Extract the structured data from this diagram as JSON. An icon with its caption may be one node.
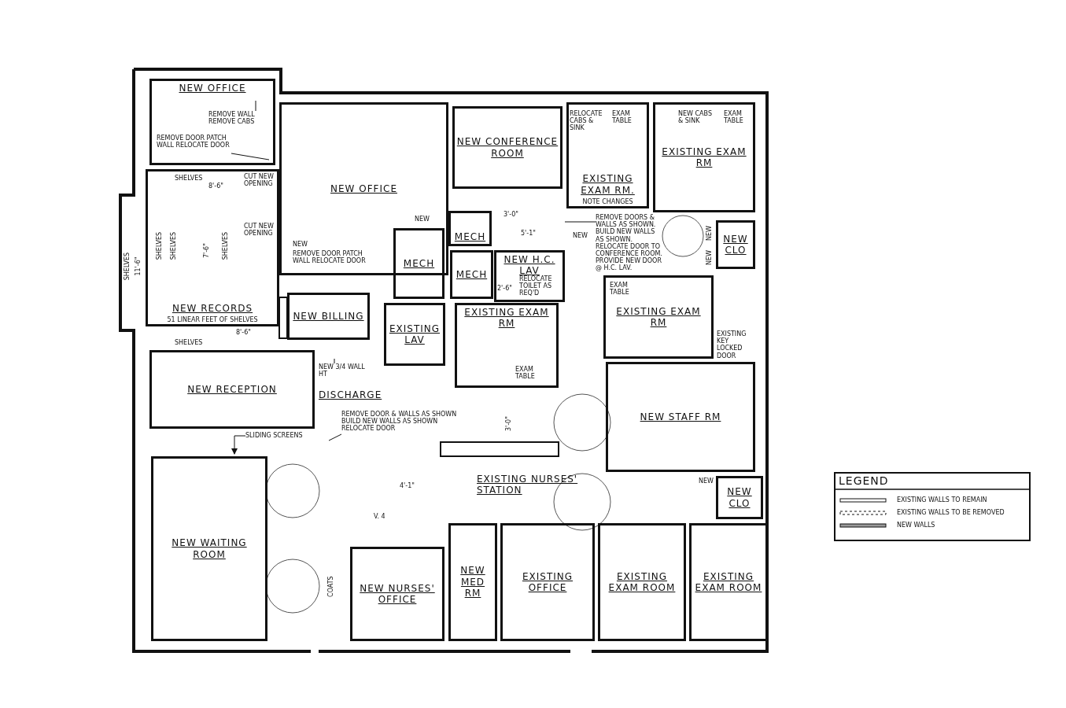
{
  "diagram": {
    "nodes": [
      {
        "text": [
          "NEW OFFICE"
        ]
      },
      {
        "text": [
          "NEW OFFICE"
        ]
      },
      {
        "text": [
          "NEW CONFERENCE ROOM"
        ]
      },
      {
        "text": [
          "EXISTING EXAM RM.",
          "NOTE CHANGES"
        ]
      },
      {
        "text": [
          "EXISTING EXAM RM"
        ]
      },
      {
        "text": [
          "NEW RECORDS",
          "51 LINEAR FEET OF SHELVES"
        ]
      },
      {
        "text": [
          "NEW BILLING"
        ]
      },
      {
        "text": [
          "MECH"
        ]
      },
      {
        "text": [
          "MECH"
        ]
      },
      {
        "text": [
          "MECH"
        ]
      },
      {
        "text": [
          "EXISTING LAV"
        ]
      },
      {
        "text": [
          "NEW H.C. LAV"
        ]
      },
      {
        "text": [
          "EXISTING EXAM RM"
        ]
      },
      {
        "text": [
          "EXISTING EXAM RM"
        ]
      },
      {
        "text": [
          "NEW RECEPTION"
        ]
      },
      {
        "text": [
          "NEW STAFF RM"
        ]
      },
      {
        "text": [
          "NEW CLO"
        ]
      },
      {
        "text": [
          "NEW CLO"
        ]
      },
      {
        "text": [
          "NEW WAITING ROOM"
        ]
      },
      {
        "text": [
          "NEW NURSES' OFFICE"
        ]
      },
      {
        "text": [
          "NEW MED RM"
        ]
      },
      {
        "text": [
          "EXISTING OFFICE"
        ]
      },
      {
        "text": [
          "EXISTING EXAM ROOM"
        ]
      },
      {
        "text": [
          "EXISTING EXAM ROOM"
        ]
      },
      {
        "text": [
          "REMOVE WALL REMOVE CABS"
        ],
        "in": 0
      },
      {
        "text": [
          "REMOVE DOOR PATCH WALL RELOCATE DOOR"
        ],
        "in": 0
      },
      {
        "text": [
          "REMOVE DOORS & WALLS AS SHOWN. BUILD NEW WALLS AS SHOWN. RELOCATE DOOR TO CONFERENCE ROOM. PROVIDE NEW DOOR @ H.C. LAV."
        ]
      },
      {
        "text": [
          "REMOVE DOOR & WALLS AS SHOWN BUILD NEW WALLS AS SHOWN RELOCATE DOOR"
        ]
      },
      {
        "text": [
          "SLIDING SCREENS"
        ]
      },
      {
        "text": [
          "NEW 3/4 WALL HT"
        ]
      }
    ],
    "edges": [
      {
        "from": 24,
        "to": null,
        "arrow": "none"
      },
      {
        "from": 25,
        "to": null,
        "arrow": "none"
      },
      {
        "from": 26,
        "to": null,
        "arrow": "none"
      },
      {
        "from": 27,
        "to": null,
        "arrow": "none"
      },
      {
        "from": 28,
        "to": null,
        "arrow": "to"
      },
      {
        "from": 29,
        "to": null,
        "arrow": "none"
      }
    ],
    "labels": [
      "SHELVES",
      "8'-6\"",
      "CUT NEW OPENING",
      "CUT NEW OPENING",
      "NEW",
      "REMOVE DOOR PATCH WALL RELOCATE DOOR",
      "SHELVES",
      "SHELVES",
      "7'-6\"",
      "SHELVES",
      "SHELVES",
      "11'-6\"",
      "8'-6\"",
      "SHELVES",
      "NEW",
      "RELOCATE CABS & SINK",
      "EXAM TABLE",
      "NEW CABS & SINK",
      "EXAM TABLE",
      "NEW",
      "3'-0\"",
      "5'-1\"",
      "2'-6\"",
      "RELOCATE TOILET AS REQ'D",
      "NEW",
      "NEW",
      "EXAM TABLE",
      "EXISTING KEY LOCKED DOOR",
      "EXAM TABLE",
      "DISCHARGE",
      "3'-0\"",
      "4'-1\"",
      "EXISTING NURSES' STATION",
      "V. 4",
      "NEW",
      "COATS",
      "LEGEND"
    ],
    "legend": [
      {
        "text": "EXISTING WALLS TO REMAIN"
      },
      {
        "text": "EXISTING WALLS TO BE REMOVED"
      },
      {
        "text": "NEW WALLS"
      }
    ]
  }
}
